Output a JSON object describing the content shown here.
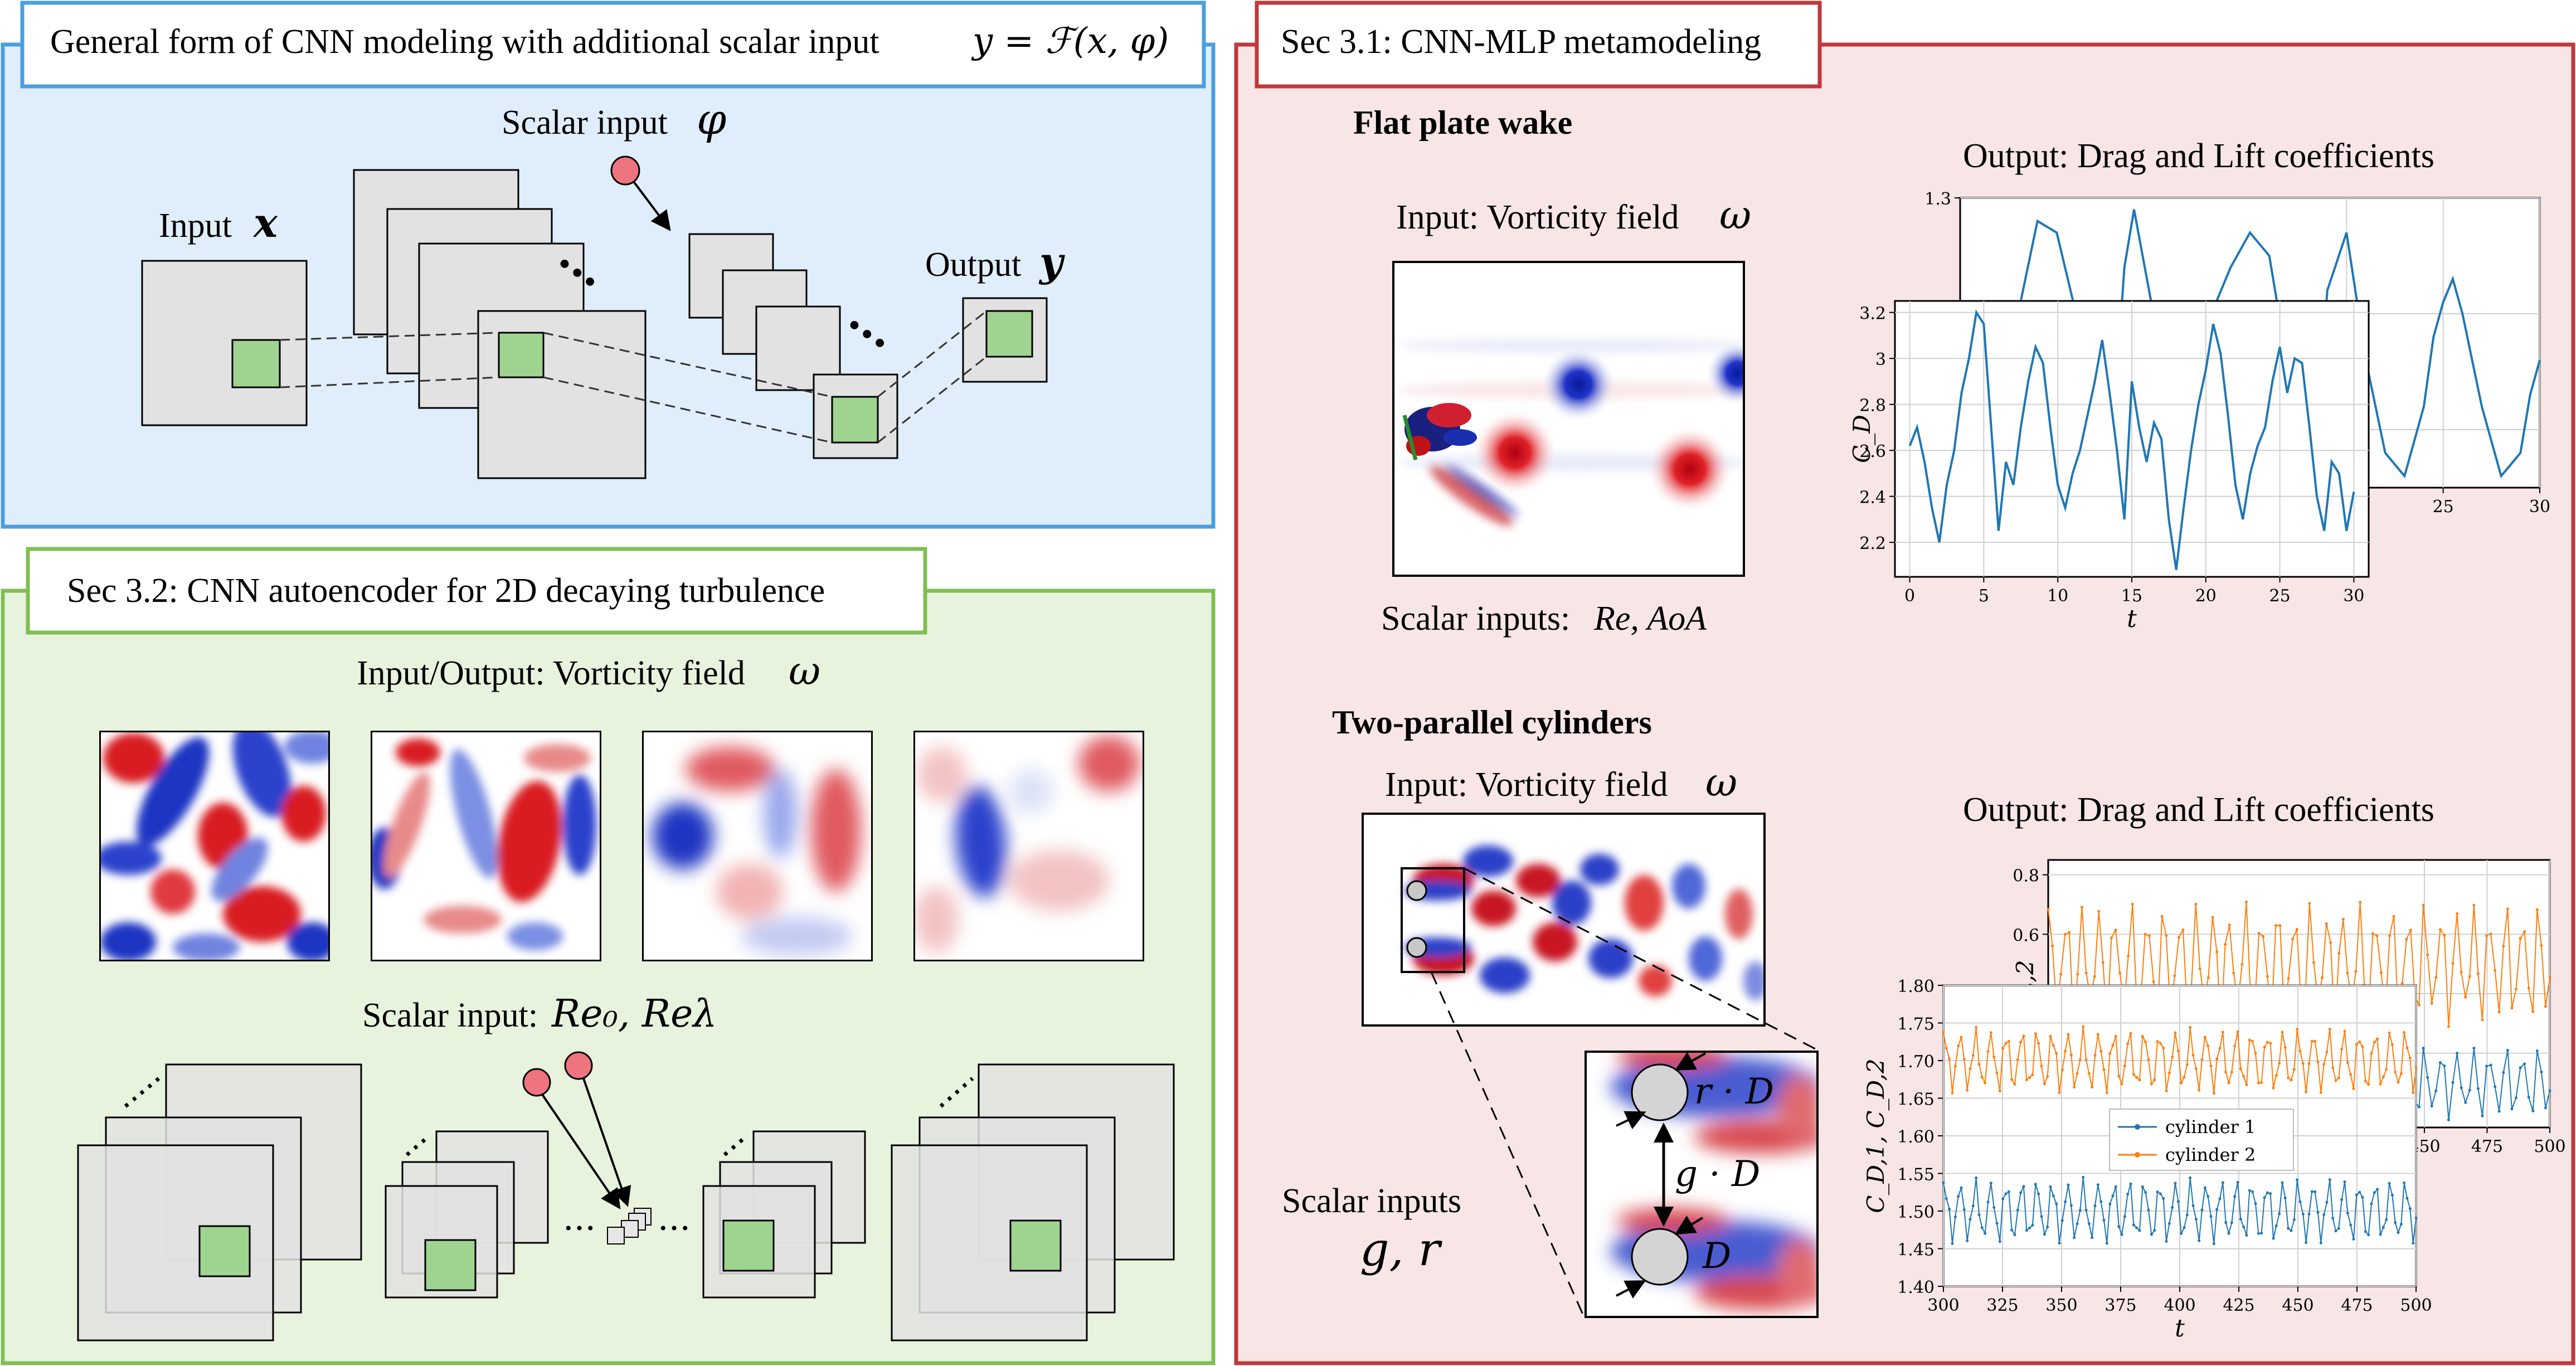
{
  "panels": {
    "general": {
      "title": "General form of CNN modeling with additional scalar input",
      "equation": "y = ℱ(x, φ)",
      "scalar_input_label": "Scalar input",
      "scalar_symbol": "φ",
      "input_label": "Input",
      "input_symbol": "x",
      "output_label": "Output",
      "output_symbol": "y"
    },
    "autoencoder": {
      "title": "Sec 3.2: CNN autoencoder for 2D decaying turbulence",
      "io_label": "Input/Output: Vorticity field",
      "omega": "ω",
      "scalar_input_label": "Scalar input:",
      "scalar_symbols": "Re₀, Reλ",
      "dots": "···"
    },
    "mlp": {
      "title": "Sec 3.1: CNN-MLP metamodeling",
      "flat_plate": {
        "heading": "Flat plate wake",
        "input_label": "Input: Vorticity field",
        "omega": "ω",
        "scalar_label": "Scalar inputs:",
        "scalar_symbols": "Re, AoA",
        "output_label": "Output: Drag and Lift coefficients"
      },
      "cylinders": {
        "heading": "Two-parallel cylinders",
        "input_label": "Input: Vorticity field",
        "omega": "ω",
        "scalar_label": "Scalar inputs",
        "scalar_symbols": "g, r",
        "zoom_labels": [
          "r · D",
          "g · D",
          "D"
        ],
        "output_label": "Output: Drag and Lift coefficients"
      }
    }
  },
  "colors": {
    "general_border": "#4a9fe0",
    "general_bg": "#e0eefb",
    "autoencoder_border": "#7fbf52",
    "autoencoder_bg": "#e8f3de",
    "mlp_border": "#c0393b",
    "mlp_bg": "#f8e6e7",
    "feature_map": "#e2e2e2",
    "feature_patch": "#9fd490",
    "scalar_ball": "#ee7480",
    "vortex_blue": "#1a2fc0",
    "vortex_red": "#d61820",
    "series_blue": "#1f77b4",
    "series_orange": "#ff7f0e"
  },
  "chart_data": [
    {
      "type": "line",
      "id": "flat-plate-lift-back",
      "title": "",
      "xlabel": "",
      "ylabel": "",
      "xlim": [
        0,
        30
      ],
      "ylim": [
        1.05,
        1.3
      ],
      "x_ticks": [
        "20",
        "25",
        "30"
      ],
      "y_ticks": [
        "1.1",
        "1.2",
        "1.3"
      ],
      "grid": true,
      "series": [
        {
          "x": [
            0,
            1,
            2,
            3,
            4,
            5,
            6,
            7,
            7.5,
            8,
            8.5,
            9,
            10,
            11,
            11.5,
            12,
            12.5,
            13,
            14,
            15,
            16,
            17,
            17.5,
            18,
            18.5,
            19,
            20,
            21,
            22,
            23,
            24,
            24.5,
            25,
            25.5,
            26,
            27,
            28,
            29,
            29.5,
            30
          ],
          "y": [
            1.05,
            1.07,
            1.1,
            1.2,
            1.28,
            1.27,
            1.2,
            1.12,
            1.08,
            1.12,
            1.24,
            1.29,
            1.2,
            1.1,
            1.06,
            1.08,
            1.15,
            1.2,
            1.24,
            1.27,
            1.25,
            1.15,
            1.08,
            1.05,
            1.1,
            1.22,
            1.27,
            1.16,
            1.08,
            1.06,
            1.12,
            1.18,
            1.21,
            1.23,
            1.2,
            1.12,
            1.06,
            1.08,
            1.13,
            1.16
          ]
        }
      ]
    },
    {
      "type": "line",
      "id": "flat-plate-drag",
      "title": "",
      "xlabel": "t",
      "ylabel": "C_D",
      "xlim": [
        -1,
        31
      ],
      "ylim": [
        2.05,
        3.25
      ],
      "x_ticks": [
        0,
        5,
        10,
        15,
        20,
        25,
        30
      ],
      "y_ticks": [
        2.2,
        2.4,
        2.6,
        2.8,
        3.0,
        3.2
      ],
      "grid": true,
      "series": [
        {
          "x": [
            0,
            0.5,
            1,
            1.5,
            2,
            2.5,
            3,
            3.5,
            4,
            4.5,
            5,
            5.5,
            6,
            6.5,
            7,
            7.5,
            8,
            8.5,
            9,
            9.5,
            10,
            10.5,
            11,
            11.5,
            12,
            12.5,
            13,
            13.5,
            14,
            14.5,
            15,
            15.5,
            16,
            16.5,
            17,
            17.5,
            18,
            18.5,
            19,
            19.5,
            20,
            20.5,
            21,
            21.5,
            22,
            22.5,
            23,
            23.5,
            24,
            24.5,
            25,
            25.5,
            26,
            26.5,
            27,
            27.5,
            28,
            28.5,
            29,
            29.5,
            30
          ],
          "y": [
            2.62,
            2.7,
            2.55,
            2.35,
            2.2,
            2.45,
            2.6,
            2.85,
            3.0,
            3.2,
            3.15,
            2.7,
            2.25,
            2.55,
            2.45,
            2.7,
            2.9,
            3.05,
            2.98,
            2.7,
            2.45,
            2.35,
            2.5,
            2.6,
            2.75,
            2.9,
            3.08,
            2.85,
            2.6,
            2.3,
            2.9,
            2.7,
            2.55,
            2.72,
            2.65,
            2.3,
            2.08,
            2.35,
            2.6,
            2.8,
            2.95,
            3.15,
            3.02,
            2.75,
            2.45,
            2.3,
            2.5,
            2.62,
            2.7,
            2.9,
            3.05,
            2.85,
            3.0,
            2.98,
            2.7,
            2.4,
            2.25,
            2.55,
            2.5,
            2.25,
            2.42
          ]
        }
      ]
    },
    {
      "type": "line",
      "id": "cylinders-lift-back",
      "title": "",
      "xlabel": "",
      "ylabel": "C_L,2",
      "xlim": [
        300,
        500
      ],
      "ylim": [
        -0.05,
        0.85
      ],
      "x_ticks": [
        "450",
        "475",
        "500"
      ],
      "y_ticks": [
        0.2,
        0.4,
        0.6,
        0.8
      ],
      "grid": true,
      "series": [
        {
          "name": "cylinder 1",
          "x_start": 300,
          "x_end": 500,
          "points": 120,
          "mean": 0.1,
          "amplitude": 0.13,
          "period": 6.5
        },
        {
          "name": "cylinder 2",
          "x_start": 300,
          "x_end": 500,
          "points": 120,
          "mean": 0.5,
          "amplitude": 0.22,
          "period": 6.5
        }
      ]
    },
    {
      "type": "line",
      "id": "cylinders-drag",
      "title": "",
      "xlabel": "t",
      "ylabel": "C_D,1, C_D,2",
      "xlim": [
        300,
        500
      ],
      "ylim": [
        1.4,
        1.8
      ],
      "x_ticks": [
        300,
        325,
        350,
        375,
        400,
        425,
        450,
        475,
        500
      ],
      "y_ticks": [
        "1.40",
        "1.45",
        "1.50",
        "1.55",
        "1.60",
        "1.65",
        "1.70",
        "1.75",
        "1.80"
      ],
      "grid": true,
      "legend": "center",
      "series": [
        {
          "name": "cylinder 1",
          "x_start": 300,
          "x_end": 500,
          "points": 160,
          "mean": 1.5,
          "amplitude": 0.045,
          "period": 6.5
        },
        {
          "name": "cylinder 2",
          "x_start": 300,
          "x_end": 500,
          "points": 160,
          "mean": 1.7,
          "amplitude": 0.045,
          "period": 6.5
        }
      ]
    }
  ]
}
